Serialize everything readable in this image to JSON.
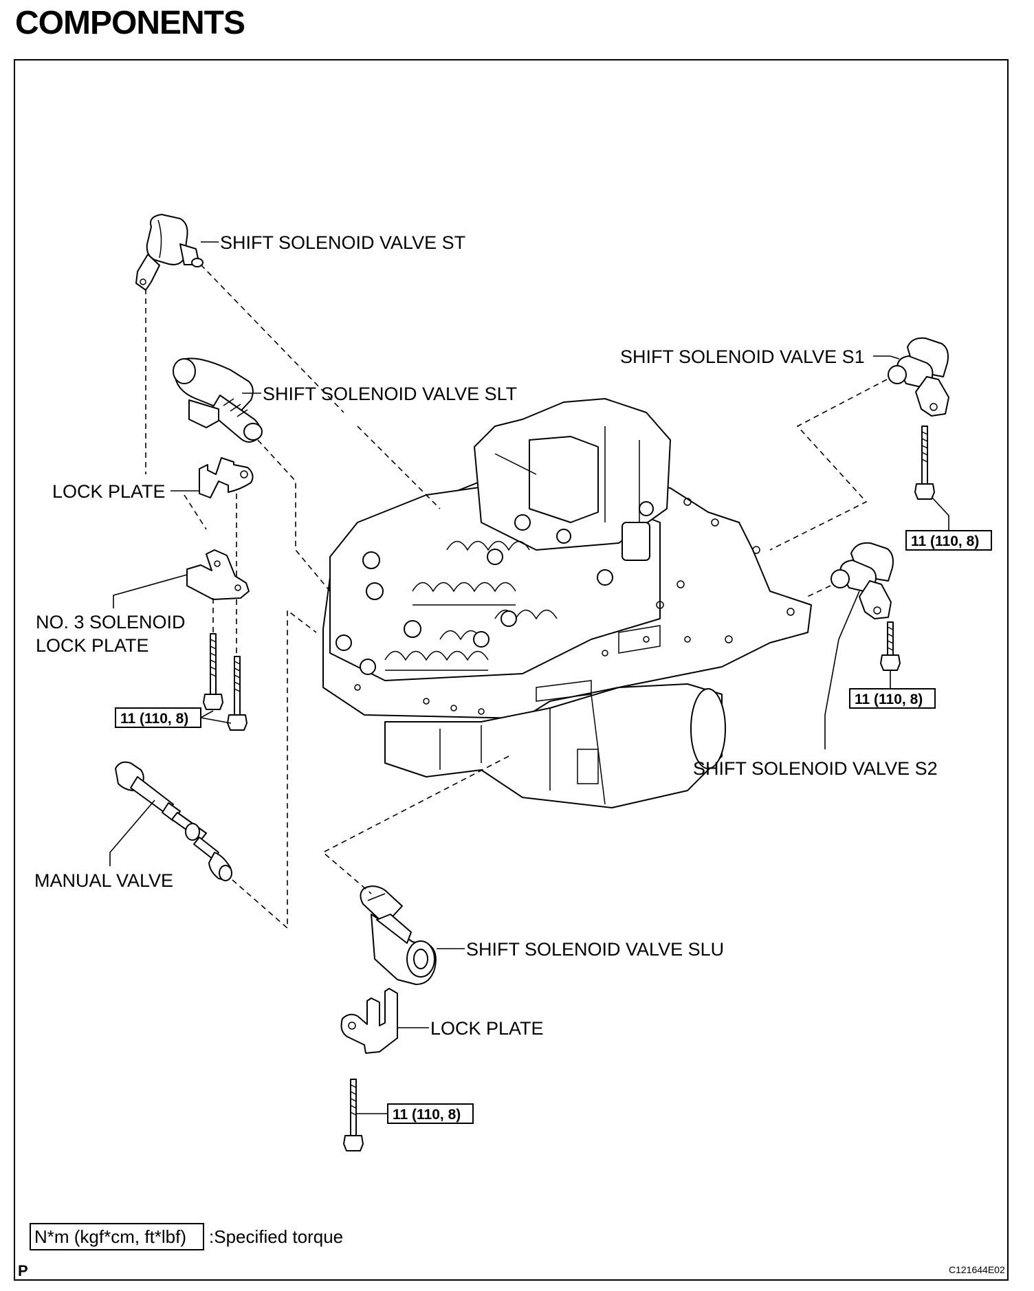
{
  "page": {
    "title": "COMPONENTS"
  },
  "labels": {
    "shift_solenoid_st": "SHIFT SOLENOID VALVE ST",
    "shift_solenoid_slt": "SHIFT SOLENOID VALVE SLT",
    "lock_plate_upper": "LOCK PLATE",
    "no3_solenoid_lock_plate_line1": "NO. 3 SOLENOID",
    "no3_solenoid_lock_plate_line2": "LOCK PLATE",
    "manual_valve": "MANUAL VALVE",
    "shift_solenoid_s1": "SHIFT SOLENOID VALVE S1",
    "shift_solenoid_s2": "SHIFT SOLENOID VALVE S2",
    "shift_solenoid_slu": "SHIFT SOLENOID VALVE SLU",
    "lock_plate_lower": "LOCK PLATE"
  },
  "torque": {
    "left_bolts": "11 (110, 8)",
    "s1_bolt": "11 (110, 8)",
    "s2_bolt": "11 (110, 8)",
    "lower_bolt": "11 (110, 8)"
  },
  "legend": {
    "unit_box": "N*m (kgf*cm, ft*lbf)",
    "description": ":Specified torque"
  },
  "footer": {
    "page_marker": "P",
    "figure_code": "C121644E02"
  }
}
